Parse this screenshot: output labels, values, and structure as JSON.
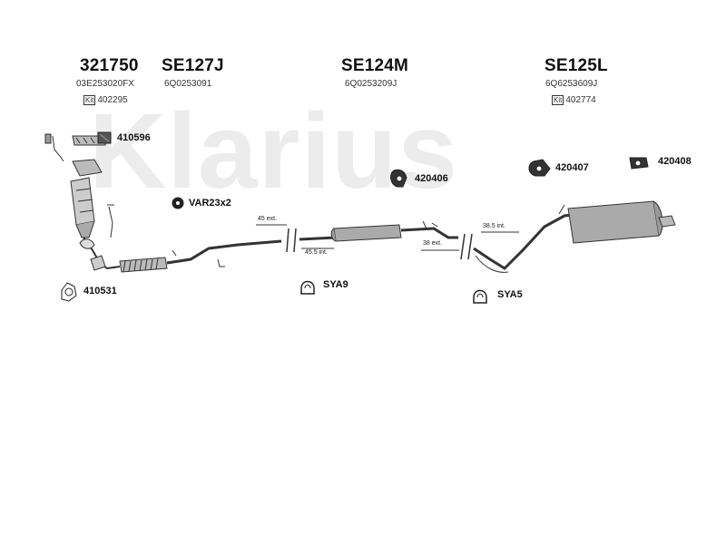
{
  "watermark": "Klarius",
  "parts": [
    {
      "code": "321750",
      "oe": "03E253020FX",
      "kit_label": "Kit",
      "kit_no": "402295"
    },
    {
      "code": "SE127J",
      "oe": "6Q0253091"
    },
    {
      "code": "SE124M",
      "oe": "6Q0253209J"
    },
    {
      "code": "SE125L",
      "oe": "6Q6253609J",
      "kit_label": "Kit",
      "kit_no": "402774"
    }
  ],
  "accessories": {
    "a410596": "410596",
    "a420406": "420406",
    "a420407": "420407",
    "a420408": "420408",
    "var": "VAR23x2",
    "a410531": "410531",
    "sya9": "SYA9",
    "sya5": "SYA5"
  },
  "dimensions": {
    "d45ext": "45 ext.",
    "d455int": "45.5 int.",
    "d38ext": "38 ext.",
    "d385int": "38.5 int."
  }
}
